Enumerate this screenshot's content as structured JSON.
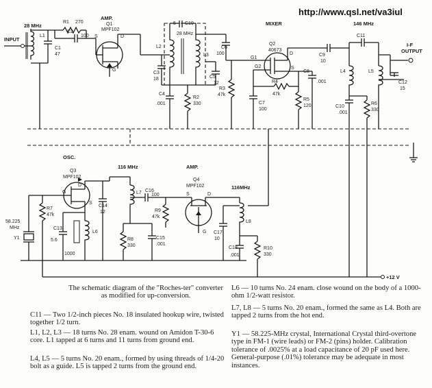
{
  "url": "http://www.qsl.net/va3iul",
  "labels": {
    "mhz28": "28 MHz",
    "input": "INPUT",
    "l1": "L1",
    "c1": "C1",
    "c1v": "47",
    "r1": "R1",
    "r1v": "270",
    "c2": "C2",
    "c2v": "100",
    "amp1": "AMP.",
    "q1": "Q1",
    "q1t": "MPF102",
    "c19": "C19",
    "c19a": "5",
    "l2": "L2",
    "l3": "L3",
    "mhz28b": "28 MHz",
    "c3": "C3",
    "c3v": "18",
    "c4": "C4",
    "c4v": ".001",
    "r2": "R2",
    "r2v": "330",
    "c5": "C5",
    "c5v": "12",
    "c6": "C6",
    "c6v": "100",
    "r3": "R3",
    "r3v": "47k",
    "mixer": "MIXER",
    "q2": "Q2",
    "q2t": "40673",
    "g1": "G1",
    "g2": "G2",
    "r4": "R4",
    "r4v": "47k",
    "r5": "R5",
    "r5v": "120",
    "c7": "C7",
    "c7v": "100",
    "c8": "C8",
    "c8v": ".001",
    "c9": "C9",
    "c9v": "10",
    "mhz146": "146 MHz",
    "c11": "C11",
    "l4": "L4",
    "l5": "L5",
    "c10": "C10",
    "c10v": ".001",
    "r6": "R6",
    "r6v": "330",
    "c12": "C12",
    "c12v": "15",
    "ifout": "I-F",
    "ifout2": "OUTPUT",
    "osc": "OSC.",
    "q3": "Q3",
    "q3t": "MPF102",
    "r7": "R7",
    "r7v": "47k",
    "c13": "C13",
    "c13v": "5.6",
    "xtal": "58.225",
    "xtal2": "MHz",
    "y1": "Y1",
    "l6": "L6",
    "r1000": "1000",
    "c14": "C14",
    "c14v": "12",
    "mhz116a": "116 MHz",
    "l7": "L7",
    "c16": "C16",
    "c16v": "100",
    "r8": "R8",
    "r8v": "330",
    "c15": "C15",
    "c15v": ".001",
    "amp2": "AMP.",
    "q4": "Q4",
    "q4t": "MPF102",
    "r9": "R9",
    "r9v": "47k",
    "mhz116b": "116MHz",
    "l8": "L8",
    "c17": "C17",
    "c17v": "10",
    "c18": "C18",
    "c18v": ".001",
    "r10": "R10",
    "r10v": "330",
    "plus12": "+12 V",
    "s": "S",
    "d": "D",
    "g": "G"
  },
  "caption": {
    "intro": "The schematic diagram of the \"Roches-ter\" converter as modified for up-conversion.",
    "c11": "C11 — Two 1/2-inch pieces No. 18 insulated hookup wire, twisted together 1/2 turn.",
    "l1l3": "L1, L2, L3 — 18 turns No. 28 enam. wound on Amidon T-30-6 core. L1 tapped at 6 turns and 11 turns from ground end.",
    "l4l5": "L4, L5 — 5 turns No. 20 enam., formed by using threads of 1/4-20 bolt as a guide. L5 is tapped 2 turns from the ground end.",
    "l6": "L6 — 10 turns No. 24 enam. close wound on the body of a 1000-ohm 1/2-watt resistor.",
    "l7l8": "L7, L8 — 5 turns No. 20 enam., formed the same as L4. Both are tapped 2 turns from the hot end.",
    "y1": "Y1 — 58.225-MHz crystal, International Crystal third-overtone type in FM-1 (wire leads) or FM-2 (pins) holder. Calibration tolerance of .0025% at a load capacitance of 20 pF used here. General-purpose (.01%) tolerance may be adequate in most instances."
  }
}
